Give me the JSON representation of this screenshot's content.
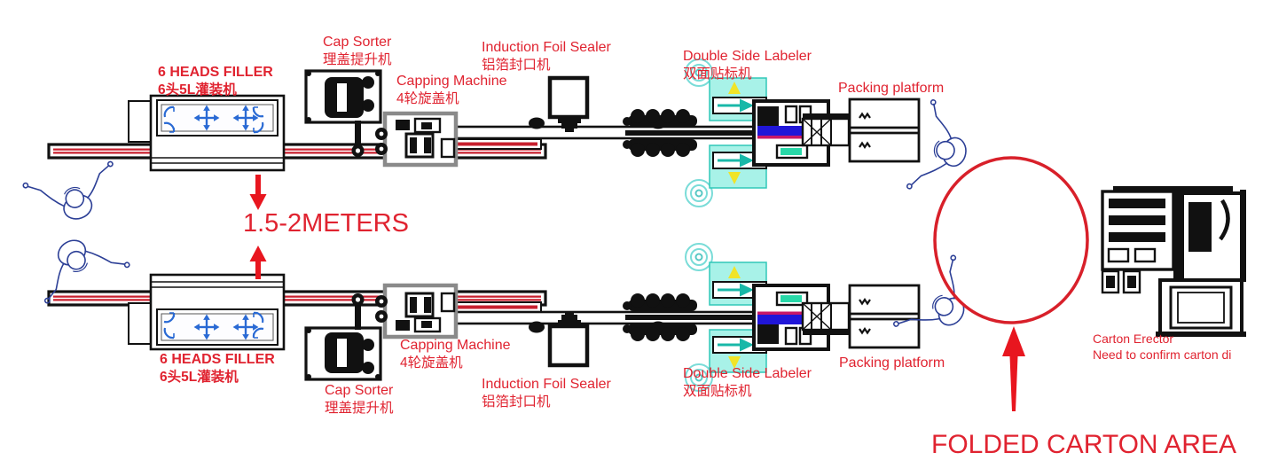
{
  "machines": {
    "filler": {
      "en": "6 HEADS FILLER",
      "zh": "6头5L灌装机"
    },
    "cap_sorter": {
      "en": "Cap Sorter",
      "zh": "理盖提升机"
    },
    "capping_machine": {
      "en": "Capping Machine",
      "zh": "4轮旋盖机"
    },
    "induction_foil_sealer": {
      "en": "Induction Foil Sealer",
      "zh": "铝箔封口机"
    },
    "double_side_labeler": {
      "en": "Double Side Labeler",
      "zh": "双面贴标机"
    },
    "packing_platform": {
      "en": "Packing platform"
    },
    "carton_erector": {
      "en": "Carton Erector",
      "note": "Need to confirm carton di"
    }
  },
  "annotations": {
    "line_spacing": "1.5-2METERS",
    "folded_carton_area": "FOLDED CARTON AREA"
  },
  "colors": {
    "label_red": "#e02330",
    "arrow_red": "#e8161f",
    "conveyor_red": "#c81f2e",
    "machine_black": "#111111",
    "capping_gray": "#8a8a8a",
    "labeler_cyan": "#a8f2e8",
    "labeler_teal": "#18b8a8",
    "labeler_blue": "#2016d8",
    "filler_arrow_blue": "#2a6ad4",
    "human_blue": "#2c3f96",
    "circle_red": "#d8202a"
  }
}
